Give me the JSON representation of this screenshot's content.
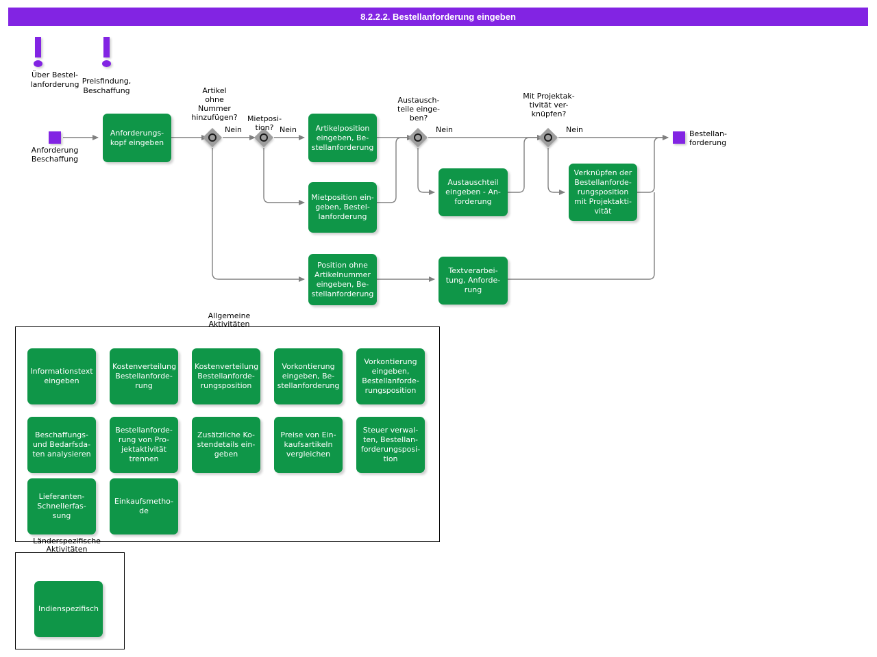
{
  "header": {
    "title": "8.2.2.2. Bestellanforderung eingeben",
    "bar_color": "#8224e3",
    "text_color": "#ffffff"
  },
  "colors": {
    "task_green": "#0f9648",
    "event_purple": "#8224e3",
    "gateway_gray": "#9e9e9e",
    "connector_gray": "#808080",
    "frame_black": "#000000"
  },
  "info_markers": [
    {
      "id": "info-uber-bestellanforderung",
      "icon": "exclamation-icon",
      "label": "Über           Bestel-\nlanforderung"
    },
    {
      "id": "info-preisfindung-beschaffung",
      "icon": "exclamation-icon",
      "label": "Preisfindung,\nBeschaffung"
    }
  ],
  "events": [
    {
      "id": "start-event",
      "label": "Anforderung\nBeschaffung"
    },
    {
      "id": "end-event",
      "label": "Bestellan-\nforderung"
    }
  ],
  "gateways": [
    {
      "id": "gw-artikel-ohne-nummer",
      "label": "Artikel\nohne\nNummer\nhinzufügen?",
      "out_label": "Nein"
    },
    {
      "id": "gw-mietposition",
      "label": "Mietposi-\ntion?",
      "out_label": "Nein"
    },
    {
      "id": "gw-austauschteile",
      "label": "Austausch-\nteile einge-\nben?",
      "out_label": "Nein"
    },
    {
      "id": "gw-projektaktivitaet",
      "label": "Mit  Projektak-\ntivität  ver-\nknüpfen?",
      "out_label": "Nein"
    }
  ],
  "flow_tasks": [
    {
      "id": "task-anforderungskopf",
      "label": "Anforderungs-\nkopf eingeben"
    },
    {
      "id": "task-artikelposition",
      "label": "Artikelposition\neingeben, Be-\nstellanforderung"
    },
    {
      "id": "task-mietposition",
      "label": "Mietposition ein-\ngeben, Bestel-\nlanforderung"
    },
    {
      "id": "task-position-ohne-artikelnummer",
      "label": "Position ohne\nArtikelnummer\neingeben, Be-\nstellanforderung"
    },
    {
      "id": "task-austauschteil",
      "label": "Austauschteil\neingeben - An-\nforderung"
    },
    {
      "id": "task-textverarbeitung",
      "label": "Textverarbei-\ntung, Anforde-\nrung"
    },
    {
      "id": "task-verknuepfen-projektaktivitaet",
      "label": "Verknüpfen der\nBestellanforde-\nrungsposition\nmit Projektakti-\nvität"
    }
  ],
  "groups": [
    {
      "id": "group-allgemeine-aktivitaeten",
      "title": "Allgemeine\nAktivitäten",
      "tasks": [
        {
          "id": "task-informationstext",
          "label": "Informationstext\neingeben"
        },
        {
          "id": "task-kostenverteilung-banf",
          "label": "Kostenverteilung\nBestellanforde-\nrung"
        },
        {
          "id": "task-kostenverteilung-banf-position",
          "label": "Kostenverteilung\nBestellanforde-\nrungsposition"
        },
        {
          "id": "task-vorkontierung-banf",
          "label": "Vorkontierung\neingeben, Be-\nstellanforderung"
        },
        {
          "id": "task-vorkontierung-banf-position",
          "label": "Vorkontierung\neingeben,\nBestellanforde-\nrungsposition"
        },
        {
          "id": "task-beschaffungsdaten-analysieren",
          "label": "Beschaffungs-\nund Bedarfsda-\nten analysieren"
        },
        {
          "id": "task-banf-projektaktivitaet-trennen",
          "label": "Bestellanforde-\nrung von Pro-\njektaktivität\ntrennen"
        },
        {
          "id": "task-zusaetzliche-kostendetails",
          "label": "Zusätzliche Ko-\nstendetails ein-\ngeben"
        },
        {
          "id": "task-preise-vergleichen",
          "label": "Preise von Ein-\nkaufsartikeln\nvergleichen"
        },
        {
          "id": "task-steuer-verwalten",
          "label": "Steuer verwal-\nten,  Bestellan-\nforderungsposi-\ntion"
        },
        {
          "id": "task-lieferanten-schnellerfassung",
          "label": "Lieferanten-\nSchnellerfas-\nsung"
        },
        {
          "id": "task-einkaufsmethode",
          "label": "Einkaufsmetho-\nde"
        }
      ]
    },
    {
      "id": "group-laenderspezifische-aktivitaeten",
      "title": "Länderspezifische\nAktivitäten",
      "tasks": [
        {
          "id": "task-indienspezifisch",
          "label": "Indienspezifisch"
        }
      ]
    }
  ]
}
